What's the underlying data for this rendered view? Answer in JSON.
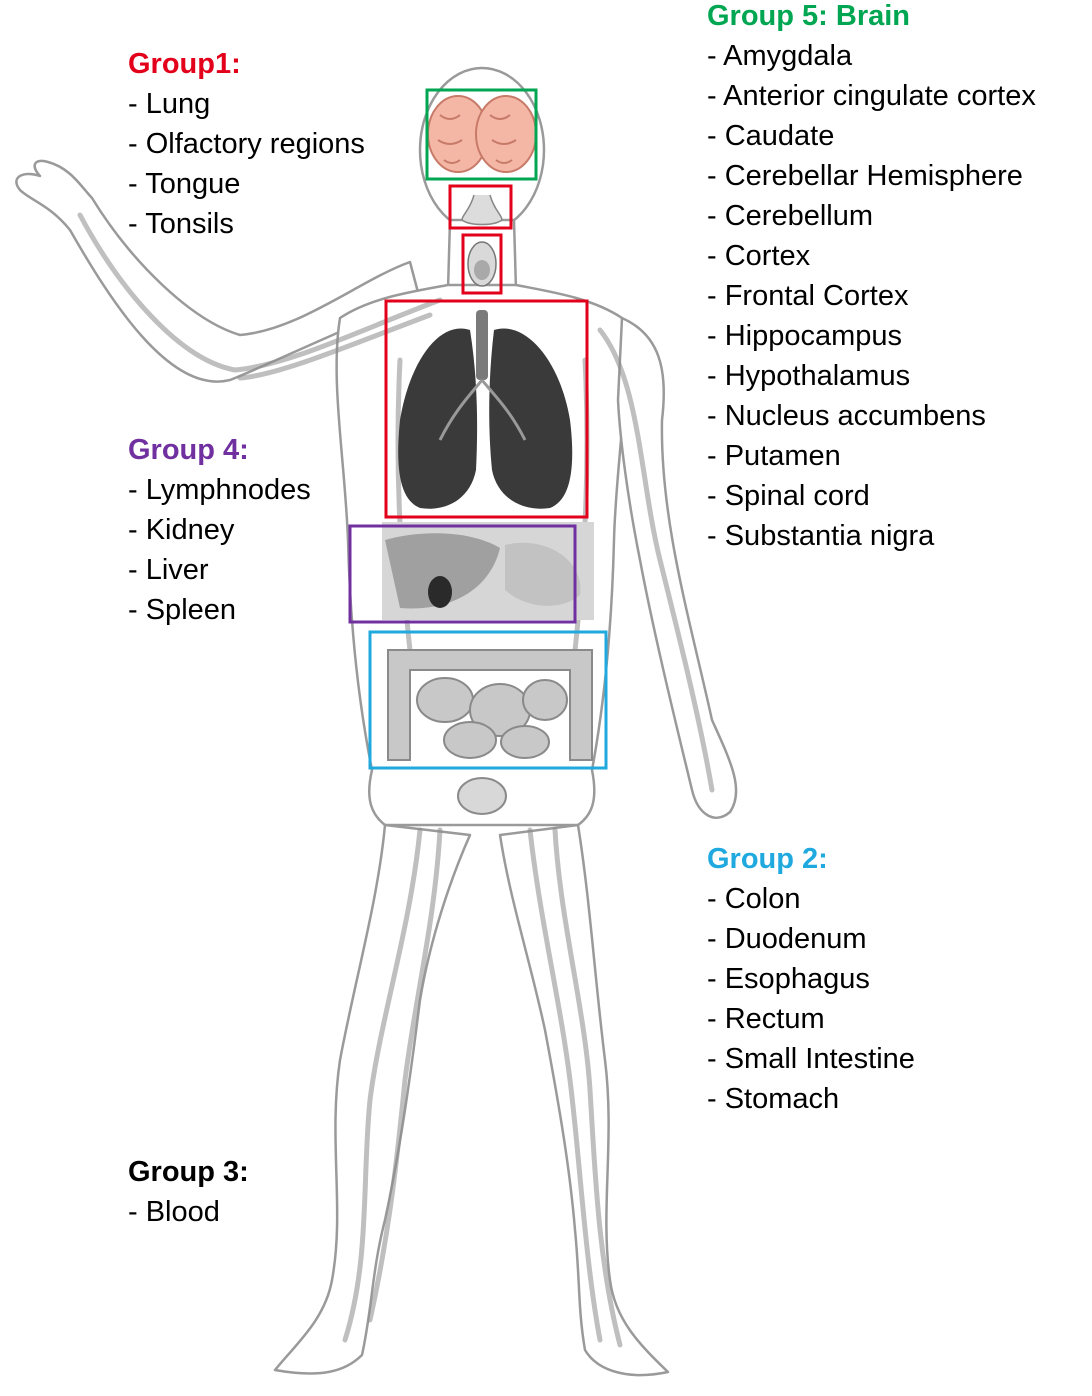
{
  "groups": {
    "group1": {
      "title": "Group1:",
      "color": "#e3001b",
      "items": [
        "Lung",
        "Olfactory regions",
        "Tongue",
        "Tonsils"
      ]
    },
    "group2": {
      "title": "Group 2:",
      "color": "#1fa9df",
      "items": [
        "Colon",
        "Duodenum",
        "Esophagus",
        "Rectum",
        "Small Intestine",
        "Stomach"
      ]
    },
    "group3": {
      "title": "Group 3:",
      "color": "#000000",
      "items": [
        "Blood"
      ]
    },
    "group4": {
      "title": "Group 4:",
      "color": "#7030a0",
      "items": [
        "Lymphnodes",
        "Kidney",
        "Liver",
        "Spleen"
      ]
    },
    "group5": {
      "title": "Group 5: Brain",
      "color": "#00a651",
      "items": [
        "Amygdala",
        "Anterior cingulate cortex",
        "Caudate",
        "Cerebellar Hemisphere",
        "Cerebellum",
        "Cortex",
        "Frontal Cortex",
        "Hippocampus",
        "Hypothalamus",
        "Nucleus accumbens",
        "Putamen",
        "Spinal cord",
        "Substantia nigra"
      ]
    }
  },
  "regions": [
    {
      "name": "brain-region",
      "group": "group5"
    },
    {
      "name": "nose-region",
      "group": "group1"
    },
    {
      "name": "mouth-region",
      "group": "group1"
    },
    {
      "name": "lungs-region",
      "group": "group1"
    },
    {
      "name": "upper-abdomen-region",
      "group": "group4"
    },
    {
      "name": "intestine-region",
      "group": "group2"
    }
  ],
  "colors": {
    "body_outline": "#9a9a9a",
    "vessels": "#8c8c8c",
    "brain": "#f4b7a6",
    "lungs": "#2e2e2e",
    "organs": "#b5b5b5"
  }
}
